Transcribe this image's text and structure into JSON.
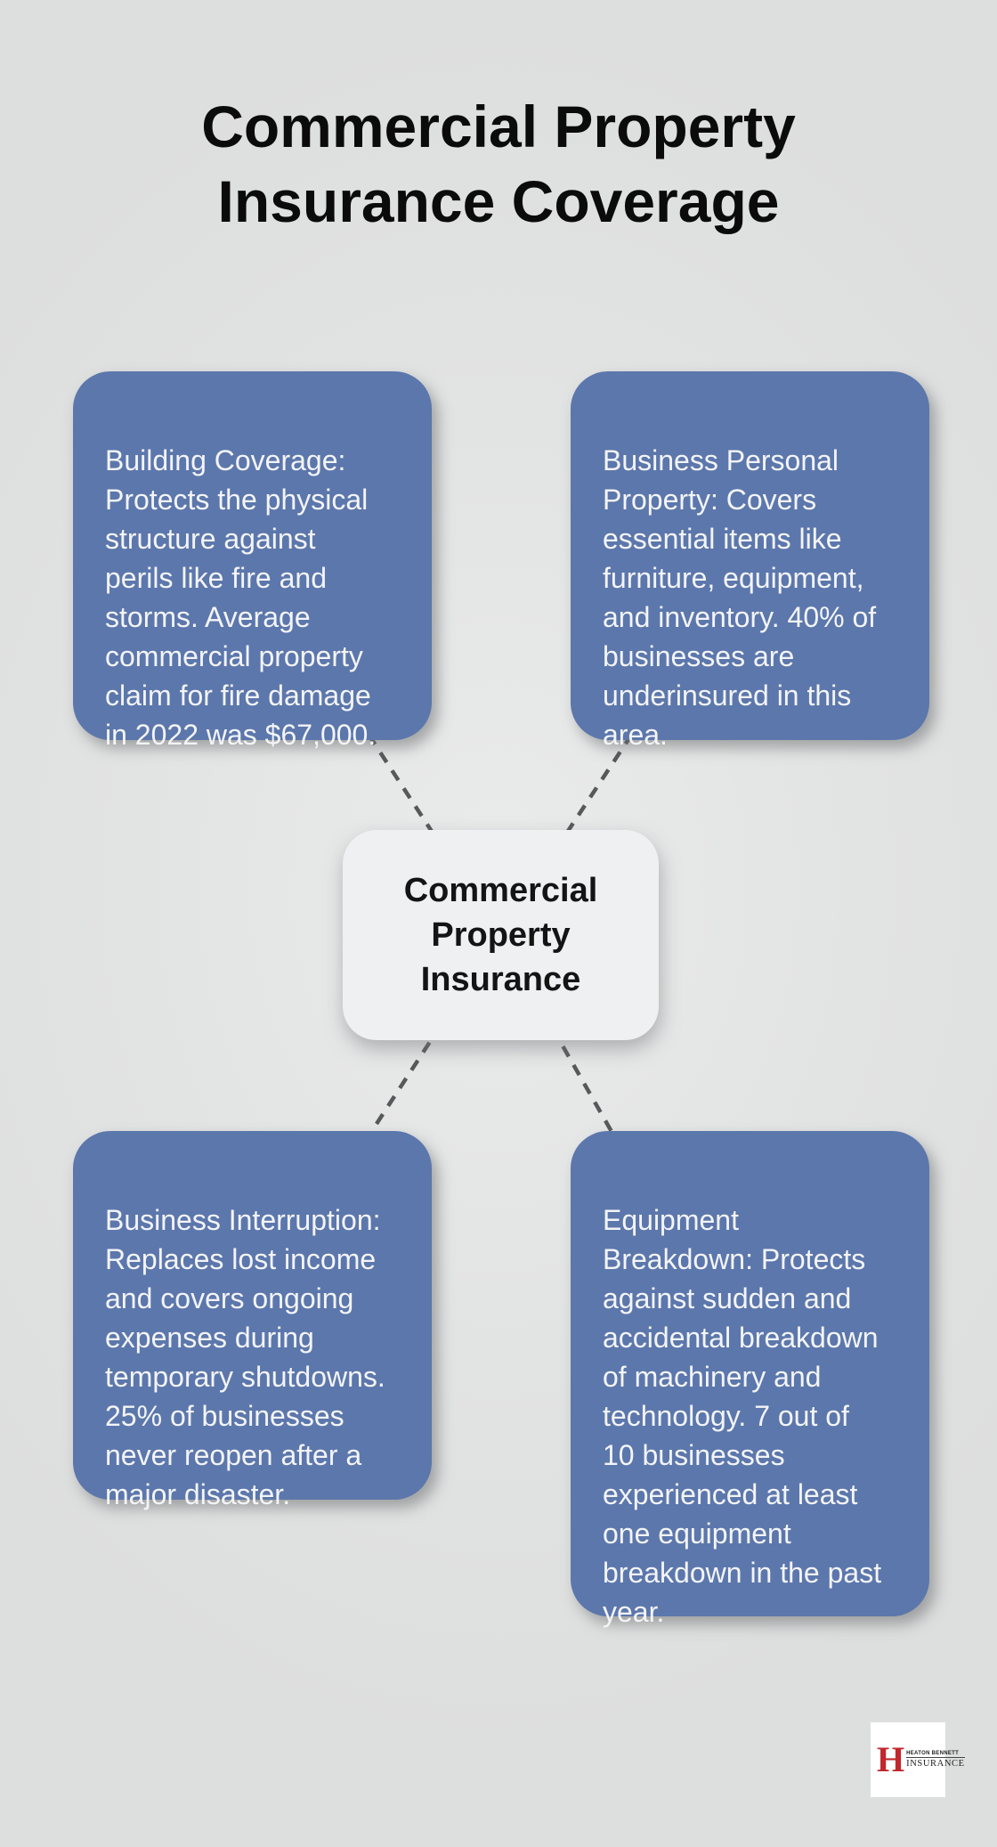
{
  "title": "Commercial Property\nInsurance Coverage",
  "colors": {
    "background": "#DFE0E0",
    "node_fill": "#5C77AC",
    "node_text": "#F3F4F6",
    "center_node_fill": "#EFF0F2",
    "center_node_text": "#141415",
    "connector": "#57585A",
    "logo_monogram_red": "#C1272D"
  },
  "diagram": {
    "center_node": {
      "label": "Commercial\nProperty\nInsurance"
    },
    "nodes": [
      {
        "id": "building-coverage",
        "position": "top-left",
        "text": "Building Coverage:\nProtects the physical\nstructure against\nperils like fire and\nstorms. Average\ncommercial property\nclaim for fire damage\nin 2022 was $67,000."
      },
      {
        "id": "business-personal-property",
        "position": "top-right",
        "text": "Business Personal\nProperty: Covers\nessential items like\nfurniture, equipment,\nand inventory. 40% of\nbusinesses are\nunderinsured in this\narea."
      },
      {
        "id": "business-interruption",
        "position": "bottom-left",
        "text": "Business Interruption:\nReplaces lost income\nand covers ongoing\nexpenses during\ntemporary shutdowns.\n25% of businesses\nnever reopen after a\nmajor disaster."
      },
      {
        "id": "equipment-breakdown",
        "position": "bottom-right",
        "text": "Equipment\nBreakdown: Protects\nagainst sudden and\naccidental breakdown\nof machinery and\ntechnology. 7 out of\n10 businesses\nexperienced at least\none equipment\nbreakdown in the past\nyear."
      }
    ]
  },
  "logo": {
    "monogram": "H",
    "company": "HEATON BENNETT",
    "type": "INSURANCE"
  }
}
